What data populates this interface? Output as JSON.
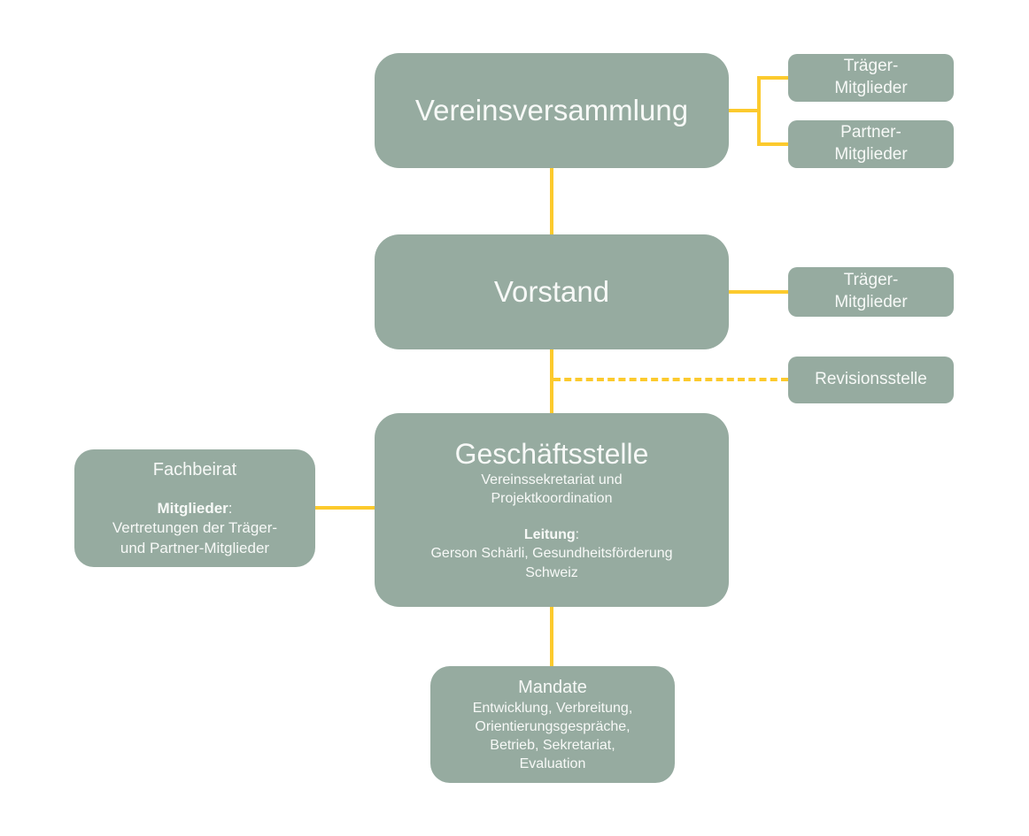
{
  "palette": {
    "node_fill": "#96aba0",
    "node_text": "#f7f9f7",
    "connector": "#fcca2d",
    "background": "#ffffff"
  },
  "nodes": {
    "vereinsversammlung": {
      "title": "Vereinsversammlung"
    },
    "traeger_mitglieder_top": {
      "title": "Träger-\nMitglieder"
    },
    "partner_mitglieder": {
      "title": "Partner-\nMitglieder"
    },
    "vorstand": {
      "title": "Vorstand"
    },
    "traeger_mitglieder_vorstand": {
      "title": "Träger-\nMitglieder"
    },
    "revisionsstelle": {
      "title": "Revisionsstelle"
    },
    "geschaeftsstelle": {
      "title": "Geschäftsstelle",
      "subtitle": "Vereinssekretariat und\nProjektkoordination",
      "leitung_label": "Leitung",
      "leitung_separator": ":",
      "leitung_value": "Gerson Schärli, Gesundheitsförderung\nSchweiz"
    },
    "fachbeirat": {
      "title": "Fachbeirat",
      "mitglieder_label": "Mitglieder",
      "mitglieder_separator": ":",
      "mitglieder_value": "Vertretungen der Träger-\nund Partner-Mitglieder"
    },
    "mandate": {
      "title": "Mandate",
      "body": "Entwicklung, Verbreitung,\nOrientierungsgespräche,\nBetrieb, Sekretariat,\nEvaluation"
    }
  },
  "connectors": [
    {
      "from": "vereinsversammlung",
      "to": "vorstand",
      "style": "solid"
    },
    {
      "from": "vereinsversammlung",
      "to": "traeger_mitglieder_top",
      "style": "solid"
    },
    {
      "from": "vereinsversammlung",
      "to": "partner_mitglieder",
      "style": "solid"
    },
    {
      "from": "vorstand",
      "to": "traeger_mitglieder_vorstand",
      "style": "solid"
    },
    {
      "from": "vorstand",
      "to": "geschaeftsstelle",
      "style": "solid"
    },
    {
      "from": "vorstand",
      "to": "revisionsstelle",
      "style": "dashed"
    },
    {
      "from": "fachbeirat",
      "to": "geschaeftsstelle",
      "style": "solid"
    },
    {
      "from": "geschaeftsstelle",
      "to": "mandate",
      "style": "solid"
    }
  ]
}
